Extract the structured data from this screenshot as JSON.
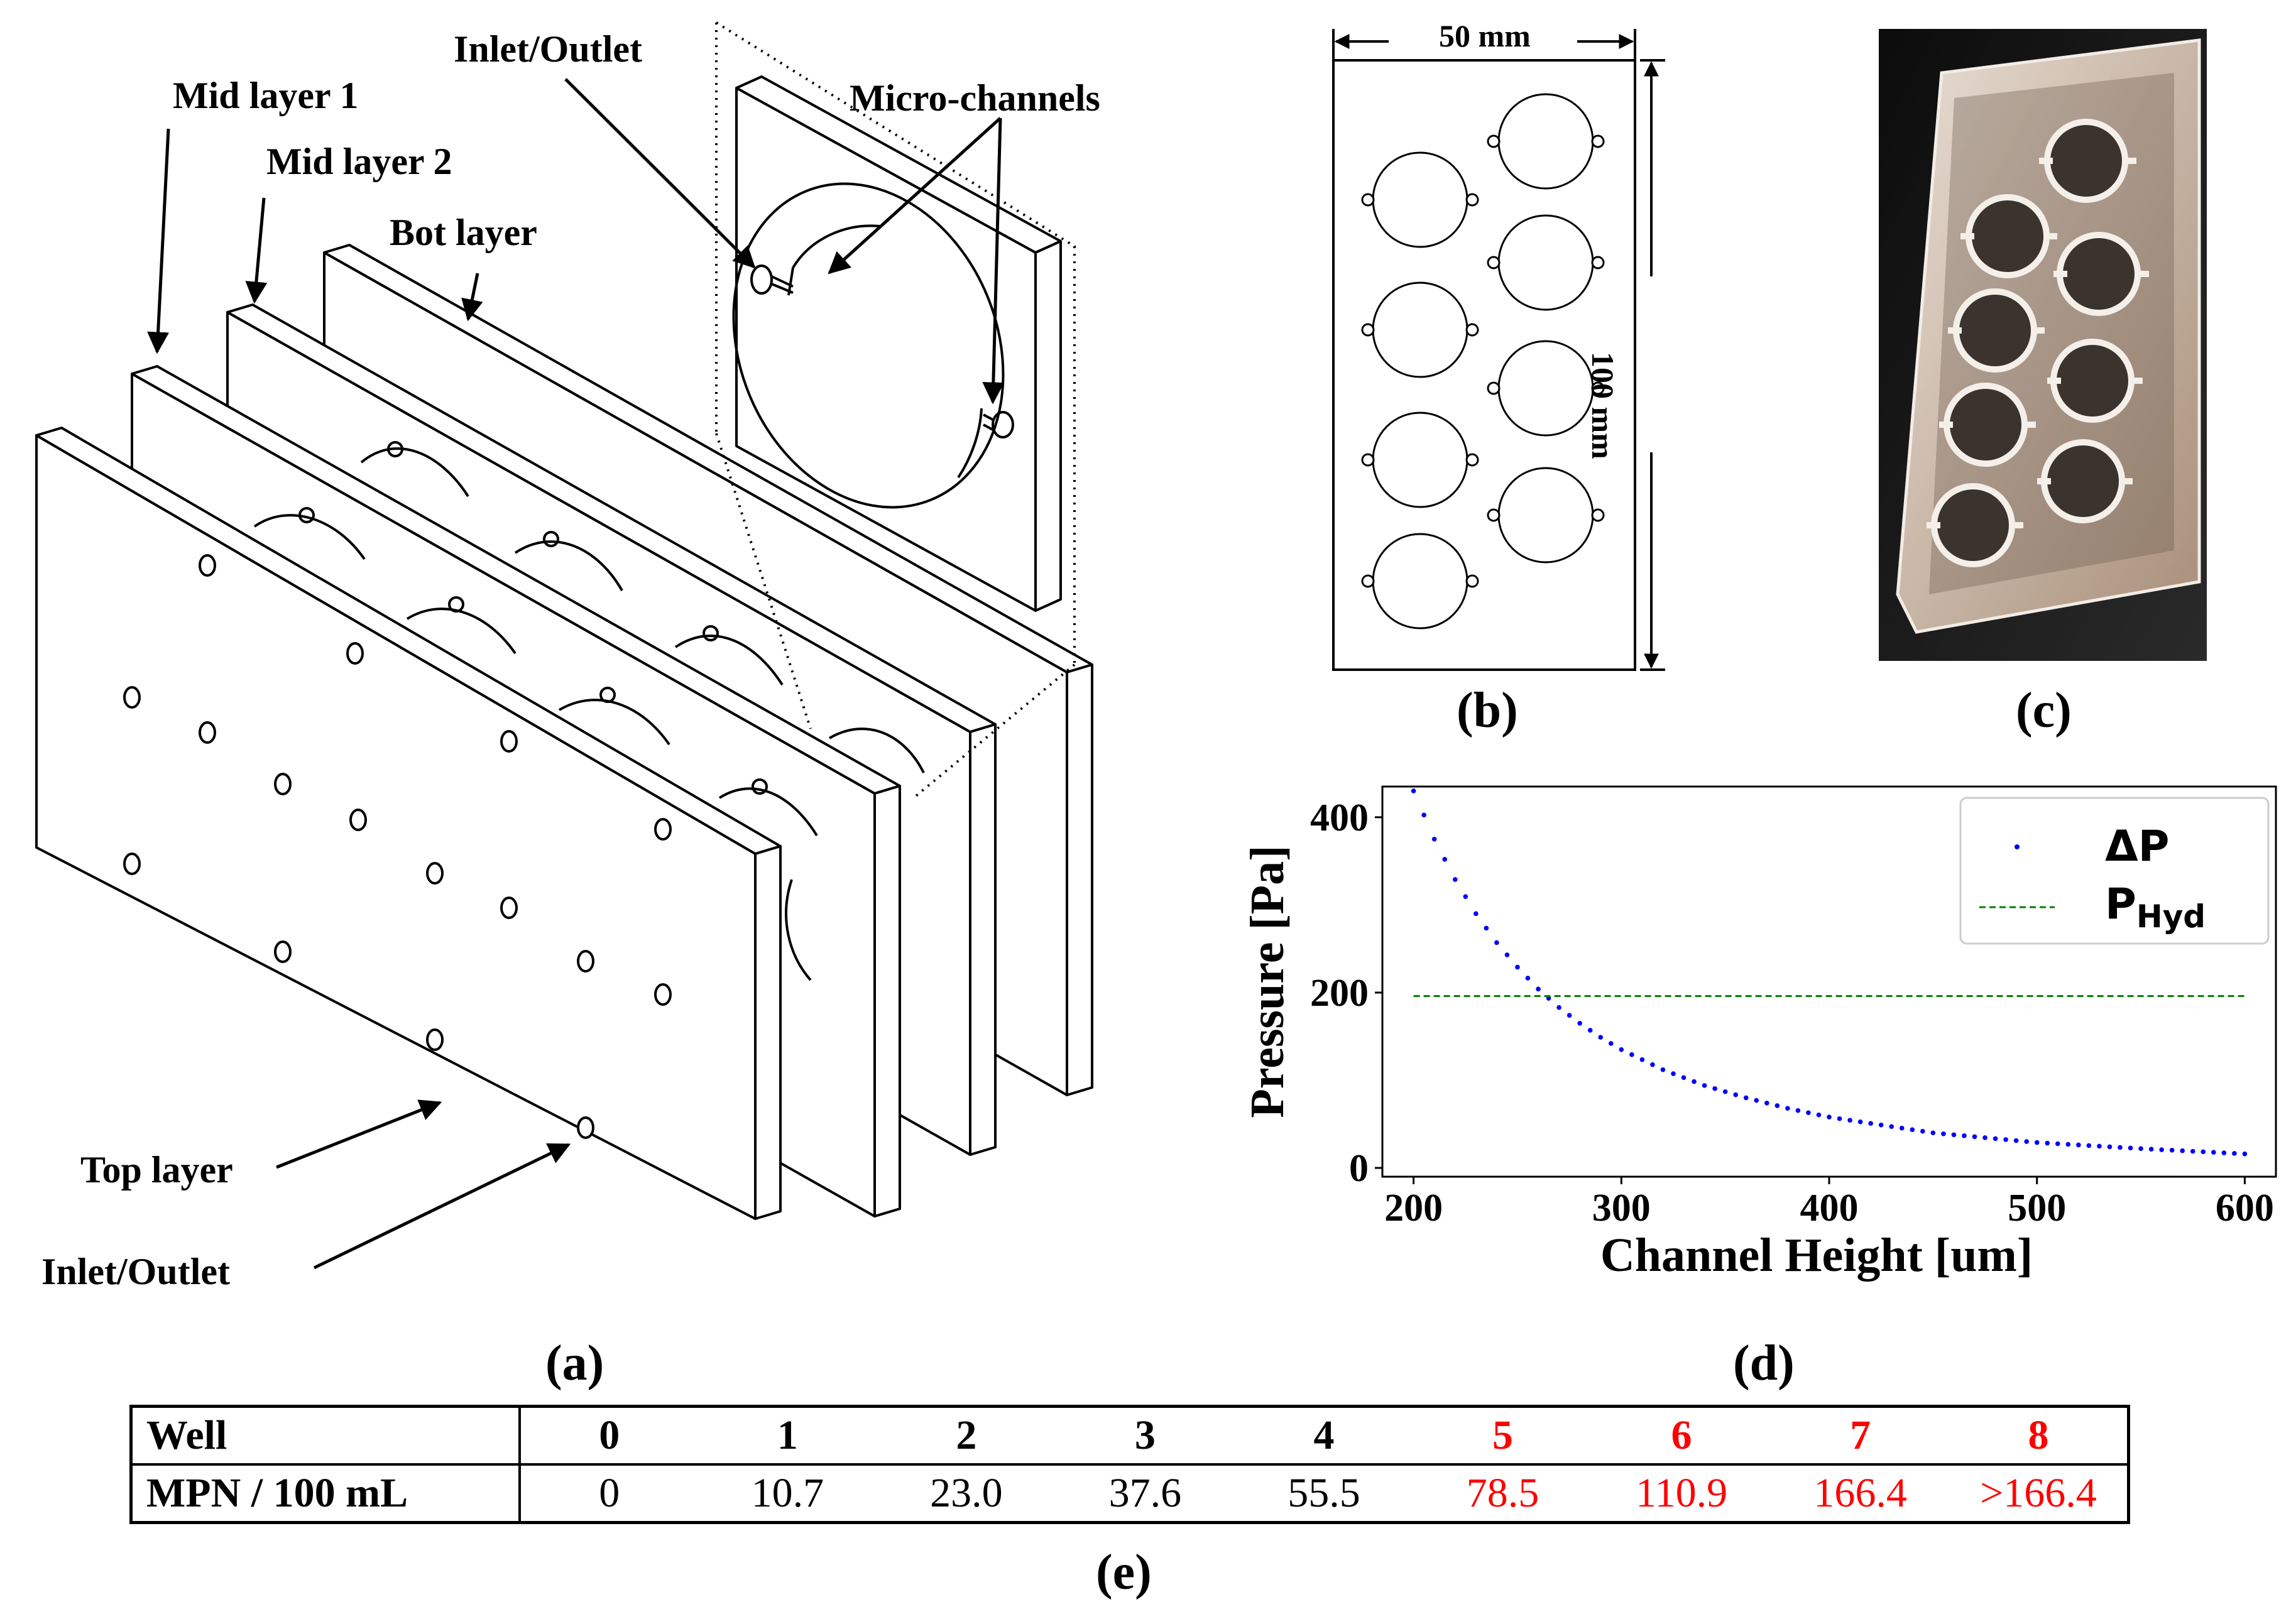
{
  "panel_a": {
    "labels": {
      "inlet_outlet_top": "Inlet/Outlet",
      "micro_channels": "Micro-channels",
      "mid_layer_1": "Mid layer 1",
      "mid_layer_2": "Mid layer 2",
      "bot_layer": "Bot layer",
      "top_layer": "Top layer",
      "inlet_outlet_bottom": "Inlet/Outlet"
    },
    "caption": "(a)"
  },
  "panel_b": {
    "width_label": "50 mm",
    "height_label": "100 mm",
    "caption": "(b)"
  },
  "panel_c": {
    "caption": "(c)"
  },
  "panel_d": {
    "caption": "(d)"
  },
  "panel_e": {
    "caption": "(e)",
    "row_headers": [
      "Well",
      "MPN / 100 mL"
    ],
    "wells": [
      "0",
      "1",
      "2",
      "3",
      "4",
      "5",
      "6",
      "7",
      "8"
    ],
    "mpn": [
      "0",
      "10.7",
      "23.0",
      "37.6",
      "55.5",
      "78.5",
      "110.9",
      "166.4",
      ">166.4"
    ],
    "highlight_color": "#ff0000",
    "highlight_from_index": 5
  },
  "chart_data": {
    "type": "line",
    "xlabel": "Channel Height [um]",
    "ylabel": "Pressure [Pa]",
    "xlim": [
      185,
      615
    ],
    "ylim": [
      -10,
      435
    ],
    "xticks": [
      200,
      300,
      400,
      500,
      600
    ],
    "yticks": [
      0,
      200,
      400
    ],
    "grid": false,
    "legend_position": "top-right",
    "series": [
      {
        "name": "ΔP",
        "style": "dotted",
        "color": "#0000ff",
        "x": [
          200,
          210,
          220,
          230,
          240,
          250,
          260,
          270,
          280,
          290,
          300,
          320,
          340,
          360,
          380,
          400,
          450,
          500,
          550,
          600
        ],
        "y": [
          430,
          375,
          329,
          290,
          257,
          229,
          204,
          183,
          165,
          149,
          135,
          112,
          94,
          80,
          68,
          58,
          40,
          29,
          22,
          16
        ]
      },
      {
        "name": "P_Hyd",
        "style": "dashed",
        "color": "#008000",
        "x": [
          200,
          600
        ],
        "y": [
          196,
          196
        ]
      }
    ],
    "legend": [
      {
        "symbol": "ΔP"
      },
      {
        "symbol": "P",
        "subscript": "Hyd"
      }
    ]
  }
}
